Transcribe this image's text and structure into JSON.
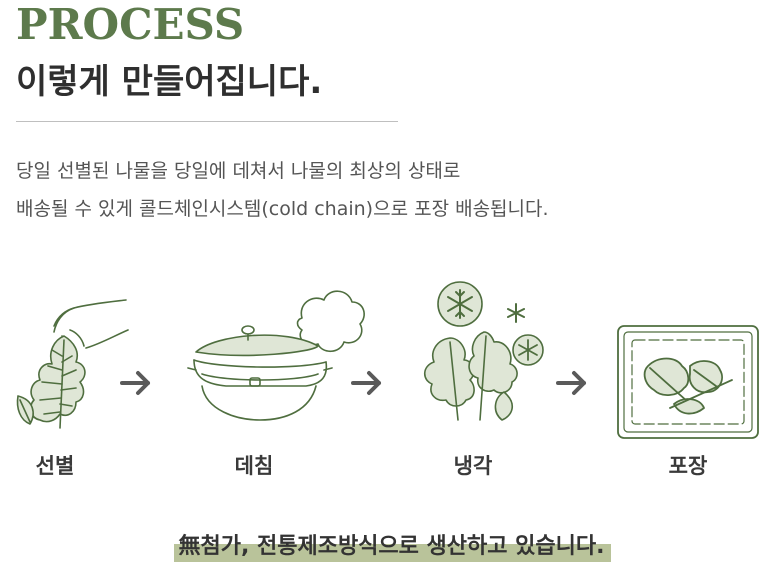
{
  "header": {
    "title": "PROCESS",
    "subtitle": "이렇게 만들어집니다."
  },
  "description": {
    "line1": "당일 선별된 나물을 당일에 데쳐서 나물의 최상의 상태로",
    "line2": "배송될 수 있게 콜드체인시스템(cold chain)으로 포장 배송됩니다."
  },
  "steps": [
    {
      "label": "선별",
      "icon": "hand-picking-leaves-icon"
    },
    {
      "label": "데침",
      "icon": "steaming-pot-icon"
    },
    {
      "label": "냉각",
      "icon": "leaves-with-snowflakes-icon"
    },
    {
      "label": "포장",
      "icon": "packaged-tray-icon"
    }
  ],
  "footer": {
    "text": "無첨가, 전통제조방식으로 생산하고 있습니다."
  },
  "colors": {
    "accent_green": "#5d7a4c",
    "icon_green": "#4f6e3f",
    "highlight": "#b9c39a",
    "arrow_gray": "#5a5a5a"
  }
}
